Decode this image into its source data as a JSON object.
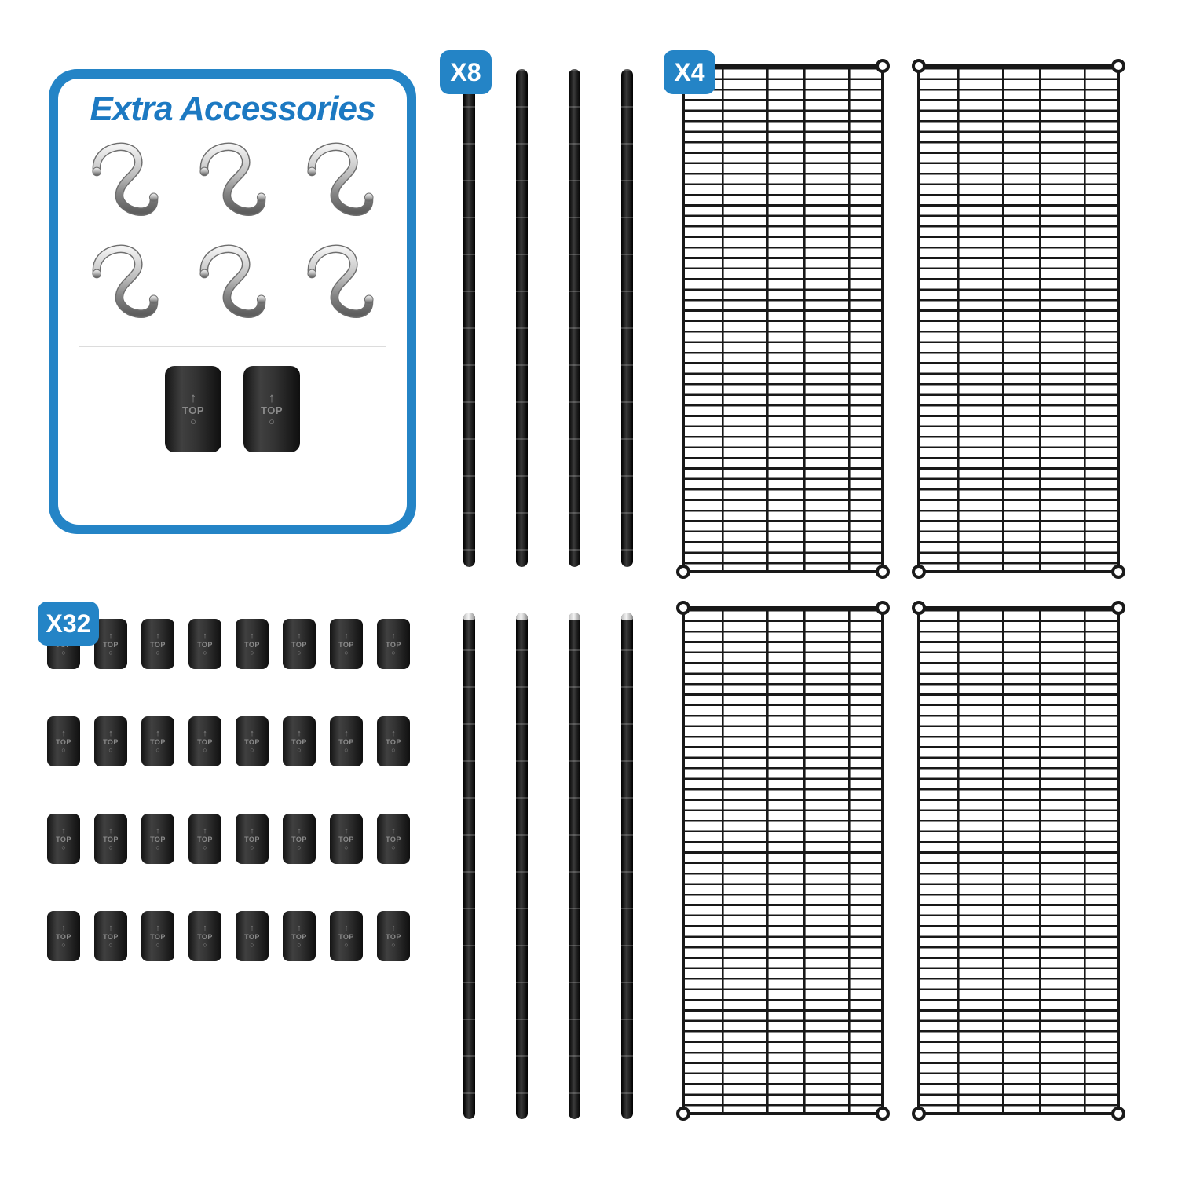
{
  "panel": {
    "title": "Extra Accessories"
  },
  "badges": {
    "poles": "X8",
    "shelves": "X4",
    "clips": "X32"
  },
  "clip_marking": {
    "arrow": "↑",
    "label": "TOP",
    "ring": "○"
  },
  "counts": {
    "hooks": 6,
    "sleeves": 2,
    "poles_per_group": 4,
    "shelves_per_group": 2,
    "clips": 32
  },
  "colors": {
    "accent_blue": "#2484c6",
    "title_blue": "#1c79c2",
    "pole_black": "#0d0d0d",
    "wire_black": "#181818",
    "hook_steel": "#b9b9b9"
  }
}
